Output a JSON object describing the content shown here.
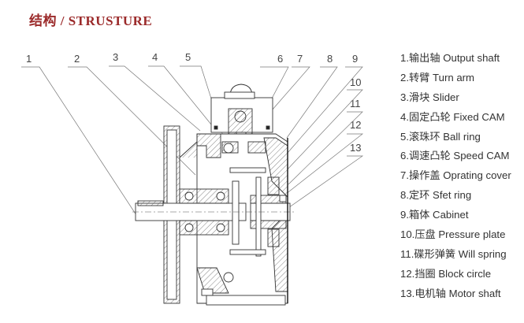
{
  "title": "结构 / STRUSTURE",
  "colors": {
    "title": "#9b2a2a",
    "text": "#333333",
    "line": "#555555"
  },
  "callouts": [
    "1",
    "2",
    "3",
    "4",
    "5",
    "6",
    "7",
    "8",
    "9",
    "10",
    "11",
    "12",
    "13"
  ],
  "legend": [
    {
      "num": "1.",
      "zh": "输出轴",
      "en": "Output shaft"
    },
    {
      "num": "2.",
      "zh": "转臂",
      "en": "Turn arm"
    },
    {
      "num": "3.",
      "zh": "滑块",
      "en": "Slider"
    },
    {
      "num": "4.",
      "zh": "固定凸轮",
      "en": "Fixed CAM"
    },
    {
      "num": "5.",
      "zh": "滚珠环",
      "en": "Ball ring"
    },
    {
      "num": "6.",
      "zh": "调速凸轮",
      "en": "Speed CAM"
    },
    {
      "num": "7.",
      "zh": "操作盖",
      "en": "Oprating cover"
    },
    {
      "num": "8.",
      "zh": "定环",
      "en": "Sfet ring"
    },
    {
      "num": "9.",
      "zh": "箱体",
      "en": "Cabinet"
    },
    {
      "num": "10.",
      "zh": "压盘",
      "en": "Pressure plate"
    },
    {
      "num": "11.",
      "zh": "碟形弹簧",
      "en": "Will spring"
    },
    {
      "num": "12.",
      "zh": "挡圈",
      "en": "Block circle"
    },
    {
      "num": "13.",
      "zh": "电机轴",
      "en": "Motor shaft"
    }
  ]
}
